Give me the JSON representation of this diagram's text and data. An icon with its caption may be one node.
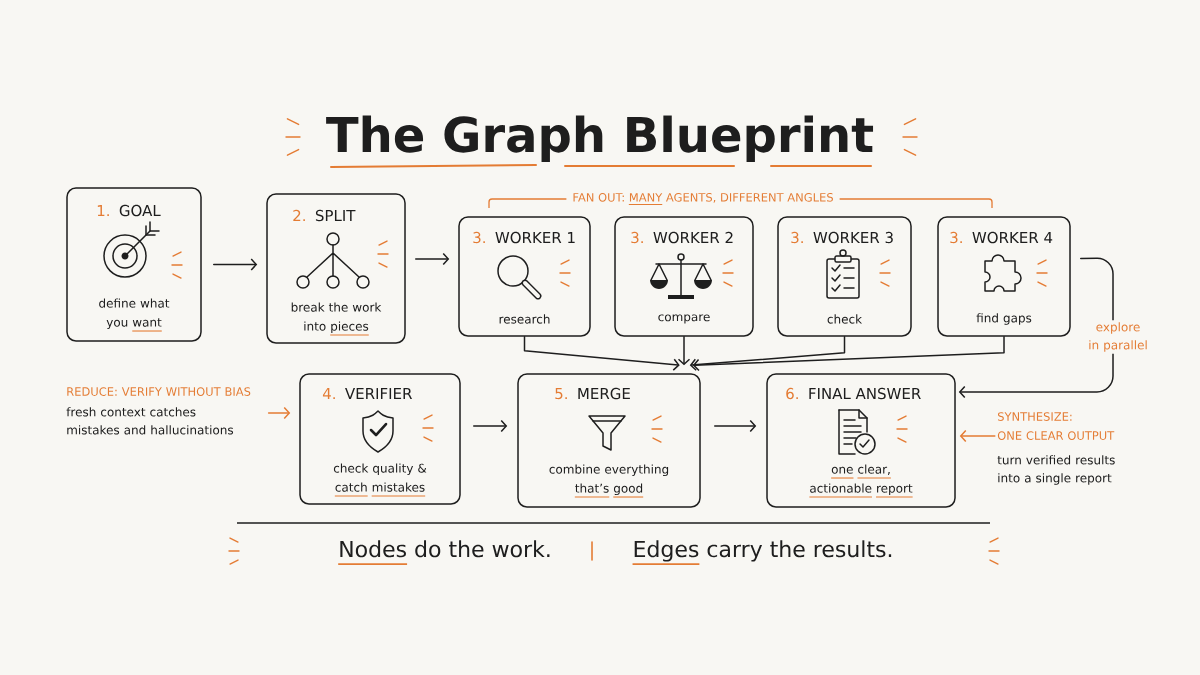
{
  "diagram": {
    "title": "The Graph Blueprint",
    "nodes": [
      {
        "text": [
          "1.",
          "GOAL",
          "define what you want"
        ]
      },
      {
        "text": [
          "2.",
          "SPLIT",
          "break the work into pieces"
        ]
      },
      {
        "text": [
          "3.",
          "WORKER 1",
          "research"
        ]
      },
      {
        "text": [
          "3.",
          "WORKER 2",
          "compare"
        ]
      },
      {
        "text": [
          "3.",
          "WORKER 3",
          "check"
        ]
      },
      {
        "text": [
          "3.",
          "WORKER 4",
          "find gaps"
        ]
      },
      {
        "text": [
          "REDUCE: VERIFY WITHOUT BIAS",
          "fresh context catches mistakes and hallucinations"
        ]
      },
      {
        "text": [
          "4.",
          "VERIFIER",
          "check quality & catch mistakes"
        ]
      },
      {
        "text": [
          "5.",
          "MERGE",
          "combine everything that’s good"
        ]
      },
      {
        "text": [
          "6.",
          "FINAL ANSWER",
          "one clear, actionable report"
        ]
      },
      {
        "text": [
          "SYNTHESIZE: ONE CLEAR OUTPUT",
          "turn verified results into a single report"
        ]
      }
    ],
    "edges": [
      {
        "from": 0,
        "to": 1,
        "arrow": "to"
      },
      {
        "from": 1,
        "to": 2,
        "arrow": "to"
      },
      {
        "from": 2,
        "to": 8,
        "arrow": "to"
      },
      {
        "from": 3,
        "to": 8,
        "arrow": "to"
      },
      {
        "from": 4,
        "to": 8,
        "arrow": "to"
      },
      {
        "from": 5,
        "to": 8,
        "arrow": "to"
      },
      {
        "from": 5,
        "to": 9,
        "arrow": "to",
        "label": "explore in parallel"
      },
      {
        "from": 6,
        "to": 7,
        "arrow": "to",
        "color": "#e47c34"
      },
      {
        "from": 7,
        "to": 8,
        "arrow": "to"
      },
      {
        "from": 8,
        "to": 9,
        "arrow": "to"
      },
      {
        "from": 10,
        "to": 9,
        "arrow": "to",
        "color": "#e47c34"
      }
    ],
    "labels": [
      "FAN OUT: MANY AGENTS, DIFFERENT ANGLES",
      "Nodes do the work.",
      "Edges carry the results."
    ]
  }
}
